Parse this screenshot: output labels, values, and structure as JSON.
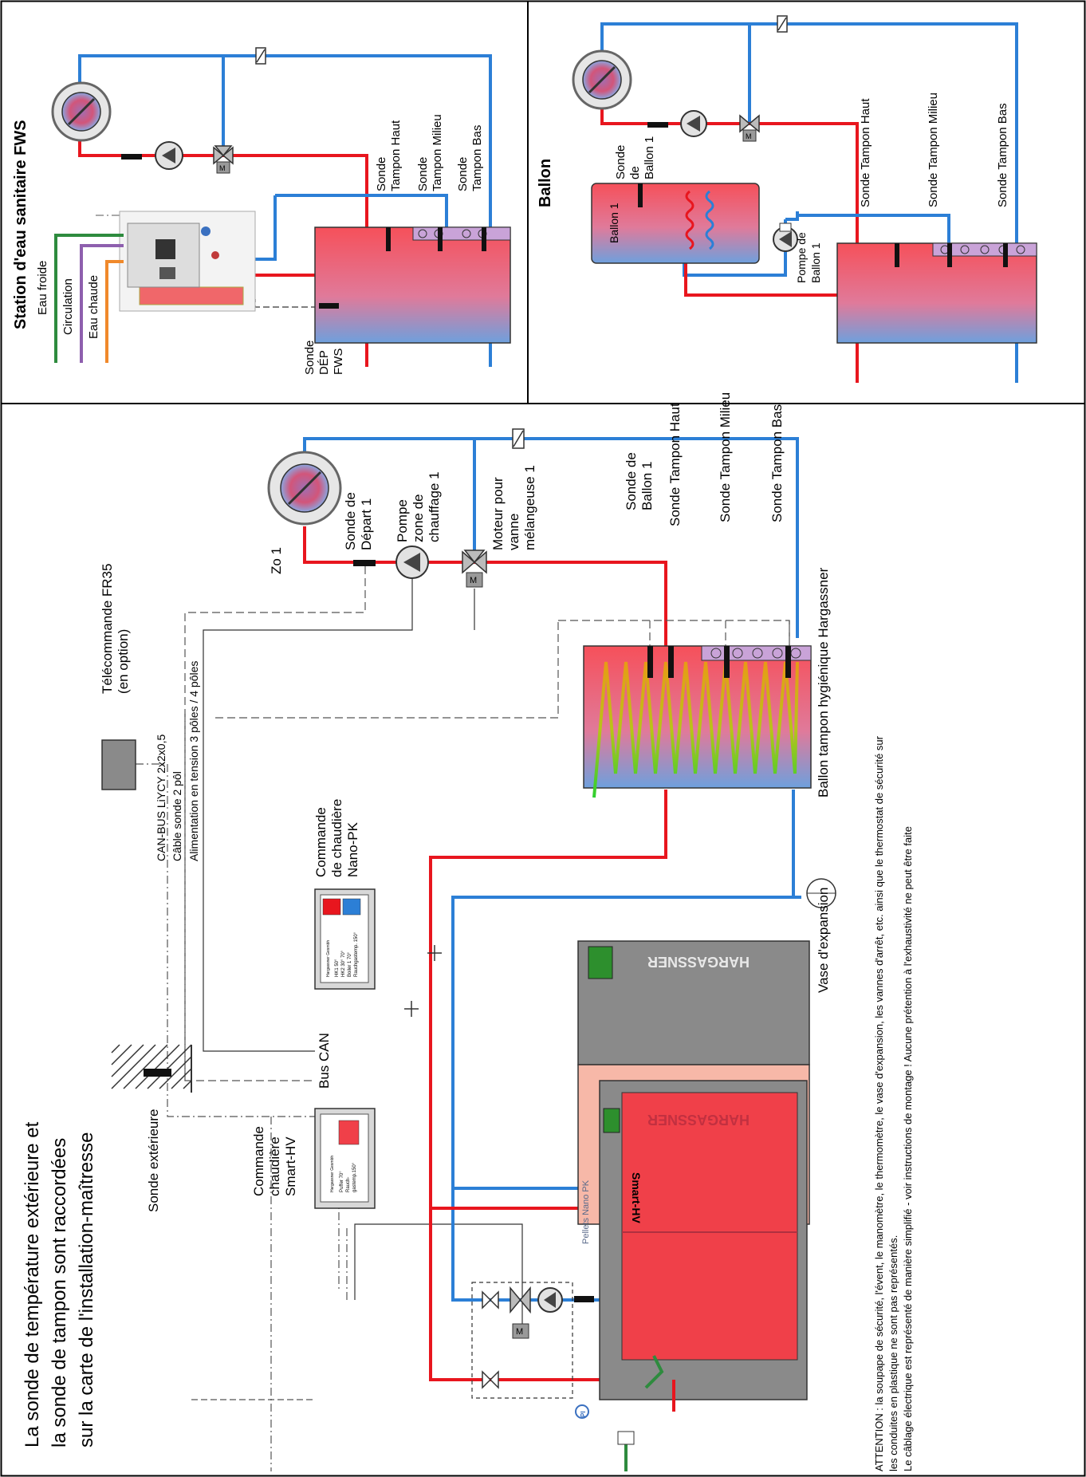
{
  "header_main": {
    "line1": "La sonde de température extérieure et",
    "line2": "la sonde de tampon sont raccordées",
    "line3": "sur la carte de l'installation-maîtresse"
  },
  "fws_panel": {
    "title": "Station d'eau sanitaire FWS",
    "eau_froide": "Eau froide",
    "circulation": "Circulation",
    "eau_chaude": "Eau chaude",
    "sonde_dep_l1": "Sonde",
    "sonde_dep_l2": "DÉP",
    "sonde_dep_l3": "FWS",
    "tampon_haut_l1": "Sonde",
    "tampon_haut_l2": "Tampon Haut",
    "tampon_milieu_l1": "Sonde",
    "tampon_milieu_l2": "Tampon Milieu",
    "tampon_bas_l1": "Sonde",
    "tampon_bas_l2": "Tampon Bas"
  },
  "ballon_panel": {
    "title": "Ballon",
    "ballon_label": "Ballon 1",
    "sonde_ballon_l1": "Sonde",
    "sonde_ballon_l2": "de",
    "sonde_ballon_l3": "Ballon 1",
    "pompe_l1": "Pompe de",
    "pompe_l2": "Ballon 1",
    "tampon_haut": "Sonde Tampon Haut",
    "tampon_milieu": "Sonde Tampon Milieu",
    "tampon_bas": "Sonde Tampon Bas"
  },
  "main_panel": {
    "zone_label": "Zo 1",
    "sonde_depart_l1": "Sonde de",
    "sonde_depart_l2": "Départ 1",
    "pompe_zone_l1": "Pompe",
    "pompe_zone_l2": "zone de",
    "pompe_zone_l3": "chauffage 1",
    "moteur_l1": "Moteur pour",
    "moteur_l2": "vanne",
    "moteur_l3": "mélangeuse 1",
    "sonde_ballon_l1": "Sonde de",
    "sonde_ballon_l2": "Ballon 1",
    "tampon_haut": "Sonde Tampon Haut",
    "tampon_milieu": "Sonde Tampon Milieu",
    "tampon_bas": "Sonde Tampon Bas",
    "ballon_tampon": "Ballon tampon hygiénique Hargassner",
    "vase": "Vase d'expansion",
    "telecommande_l1": "Télécommande FR35",
    "telecommande_l2": "(en option)",
    "can_bus": "CAN-BUS LiYCY 2x2x0,5",
    "cable_sonde": "Câble sonde 2 pôl",
    "alimentation": "Alimentation en tension 3 pôles / 4 pôles",
    "commande_pk_l1": "Commande",
    "commande_pk_l2": "de chaudière",
    "commande_pk_l3": "Nano-PK",
    "bus_can": "Bus CAN",
    "commande_hv_l1": "Commande",
    "commande_hv_l2": "chaudière",
    "commande_hv_l3": "Smart-HV",
    "sonde_ext": "Sonde extérieure",
    "brand": "HARGASSNER",
    "smart_hv": "Smart-HV",
    "pellets_nano": "Pellets Nano PK",
    "pi": "PI",
    "display_pk_title": "Hargassner Gesmbh",
    "display_pk_r1": "HK1  50°",
    "display_pk_r2": "HK2  30°  70°",
    "display_pk_r3": "Boiler 1  70°",
    "display_pk_r4": "Rauchgastemp.  150°",
    "display_hv_title": "Hargassner Gesmbh",
    "display_hv_r1": "Puffer 70°",
    "display_hv_r2": "Rauch-",
    "display_hv_r3": "gastemp.150°"
  },
  "footer": {
    "line1": "ATTENTION : la soupape de sécurité, l'évent, le manomètre, le thermomètre, le vase d'expansion, les vannes d'arrêt, etc. ainsi que le thermostat de sécurité sur",
    "line2": "les conduites en plastique ne sont pas représentés.",
    "line3": "Le câblage électrique est représenté de manière simplifié - voir instructions de montage ! Aucune prétention à l'exhaustivité ne peut être faite"
  },
  "colors": {
    "hot": "#e8161e",
    "cold": "#2c7fd6",
    "green_pipe": "#2e8b3e",
    "purple_pipe": "#8e5fae",
    "orange_pipe": "#f0892b",
    "boiler_body": "#f7b8a8",
    "boiler_frame": "#8a8a8a"
  }
}
